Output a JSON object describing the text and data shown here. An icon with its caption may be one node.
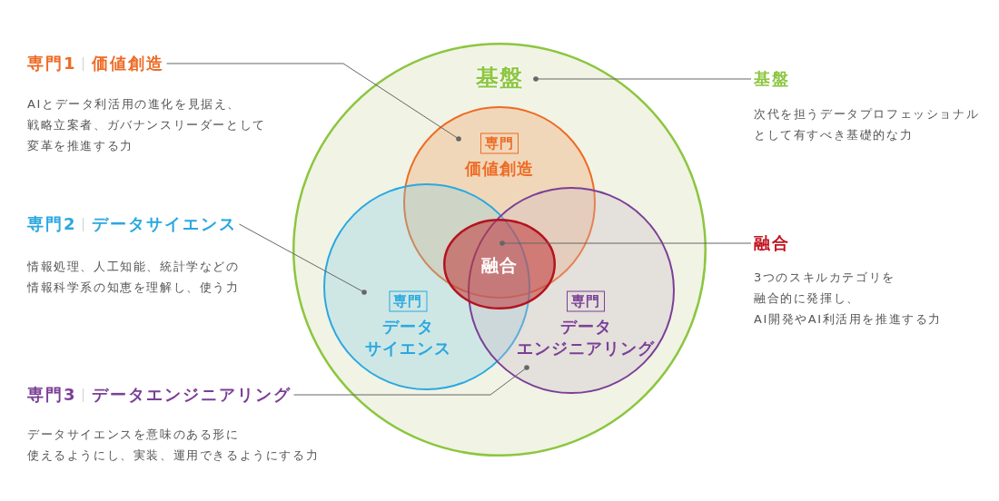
{
  "diagram": {
    "nodes": [
      {
        "text": [
          "専門1",
          "価値創造"
        ],
        "beside": [
          "AIとデータ利活用の進化を見据え、戦略立案者、ガバナンスリーダーとして変革を推進する力"
        ]
      },
      {
        "text": [
          "基盤"
        ]
      },
      {
        "text": [
          "基盤"
        ],
        "beside": [
          "次代を担うデータプロフェッショナルとして有すべき基礎的な力"
        ]
      },
      {
        "text": [
          "専門",
          "価値創造"
        ],
        "in": 1
      },
      {
        "text": [
          "専門2",
          "データサイエンス"
        ],
        "beside": [
          "情報処理、人工知能、統計学などの情報科学系の知恵を理解し、使う力"
        ]
      },
      {
        "text": [
          "専門",
          "データサイエンス"
        ],
        "in": 1
      },
      {
        "text": [
          "融合"
        ],
        "in": 1
      },
      {
        "text": [
          "専門",
          "データエンジニアリング"
        ],
        "in": 1
      },
      {
        "text": [
          "融合"
        ],
        "beside": [
          "3つのスキルカテゴリを融合的に発揮し、AI開発やAI利活用を推進する力"
        ]
      },
      {
        "text": [
          "専門3",
          "データエンジニアリング"
        ],
        "beside": [
          "データサイエンスを意味のある形に使えるようにし、実装、運用できるようにする力"
        ]
      }
    ],
    "edges": [
      {
        "from": 0,
        "to": 3,
        "arrow": "other"
      },
      {
        "from": 2,
        "to": 1,
        "arrow": "other"
      },
      {
        "from": 4,
        "to": 5,
        "arrow": "other"
      },
      {
        "from": 8,
        "to": 6,
        "arrow": "other"
      },
      {
        "from": 9,
        "to": 7,
        "arrow": "other"
      }
    ]
  }
}
